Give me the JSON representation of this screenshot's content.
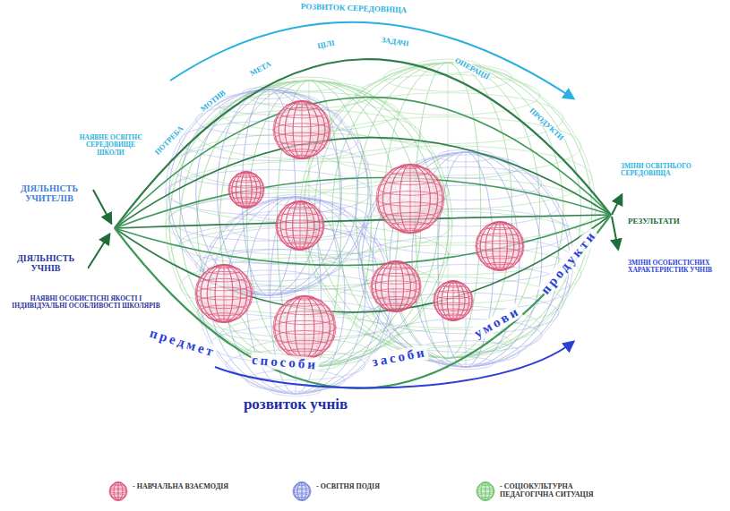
{
  "diagram": {
    "labels": [
      "РОЗВИТОК СЕРЕДОВИЩА",
      "ПОТРЕБА",
      "МОТИВ",
      "МЕТА",
      "ЦІЛІ",
      "ЗАДАЧІ",
      "ОПЕРАЦІЇ",
      "ПРОДУКТИ",
      "НАЯВНЕ ОСВІТНЄ СЕРЕДОВИЩЕ ШКОЛИ",
      "ДІЯЛЬНІСТЬ УЧИТЕЛІВ",
      "ДІЯЛЬНІСТЬ УЧНІВ",
      "НАЯВНІ ОСОБИСТІСНІ ЯКОСТІ І ІНДИВІДУАЛЬНІ ОСОБЛИВОСТІ ШКОЛЯРІВ",
      "ЗМІНИ ОСВІТНЬОГО СЕРЕДОВИЩА",
      "РЕЗУЛЬТАТИ",
      "ЗМІНИ ОСОБИСТІСНИХ ХАРАКТЕРИСТИК УЧНІВ",
      "предмет",
      "способи",
      "засоби",
      "умови",
      "продукти",
      "розвиток учнів"
    ],
    "legend": [
      {
        "text": "- НАВЧАЛЬНА ВЗАЄМОДІЯ",
        "color": "#d8466e"
      },
      {
        "text": "- ОСВІТНЯ ПОДІЯ",
        "color": "#6a78d8"
      },
      {
        "text": "- СОЦІОКУЛЬТУРНА ПЕДАГОГІЧНА СИТУАЦІЯ",
        "color": "#5fbf5f"
      }
    ]
  }
}
